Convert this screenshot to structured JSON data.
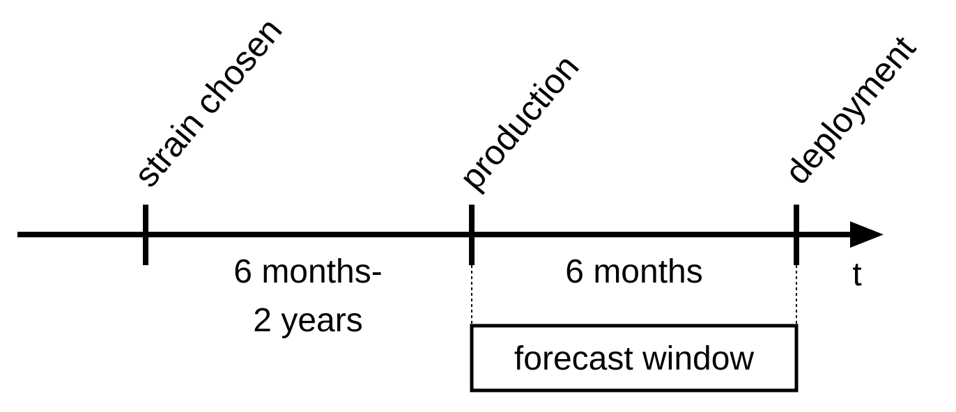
{
  "timeline": {
    "events": [
      {
        "label": "strain chosen"
      },
      {
        "label": "production"
      },
      {
        "label": "deployment"
      }
    ],
    "intervals": [
      {
        "line1": "6 months-",
        "line2": "2 years"
      },
      {
        "line1": "6 months"
      }
    ],
    "axis_label": "t",
    "window_label": "forecast window"
  }
}
